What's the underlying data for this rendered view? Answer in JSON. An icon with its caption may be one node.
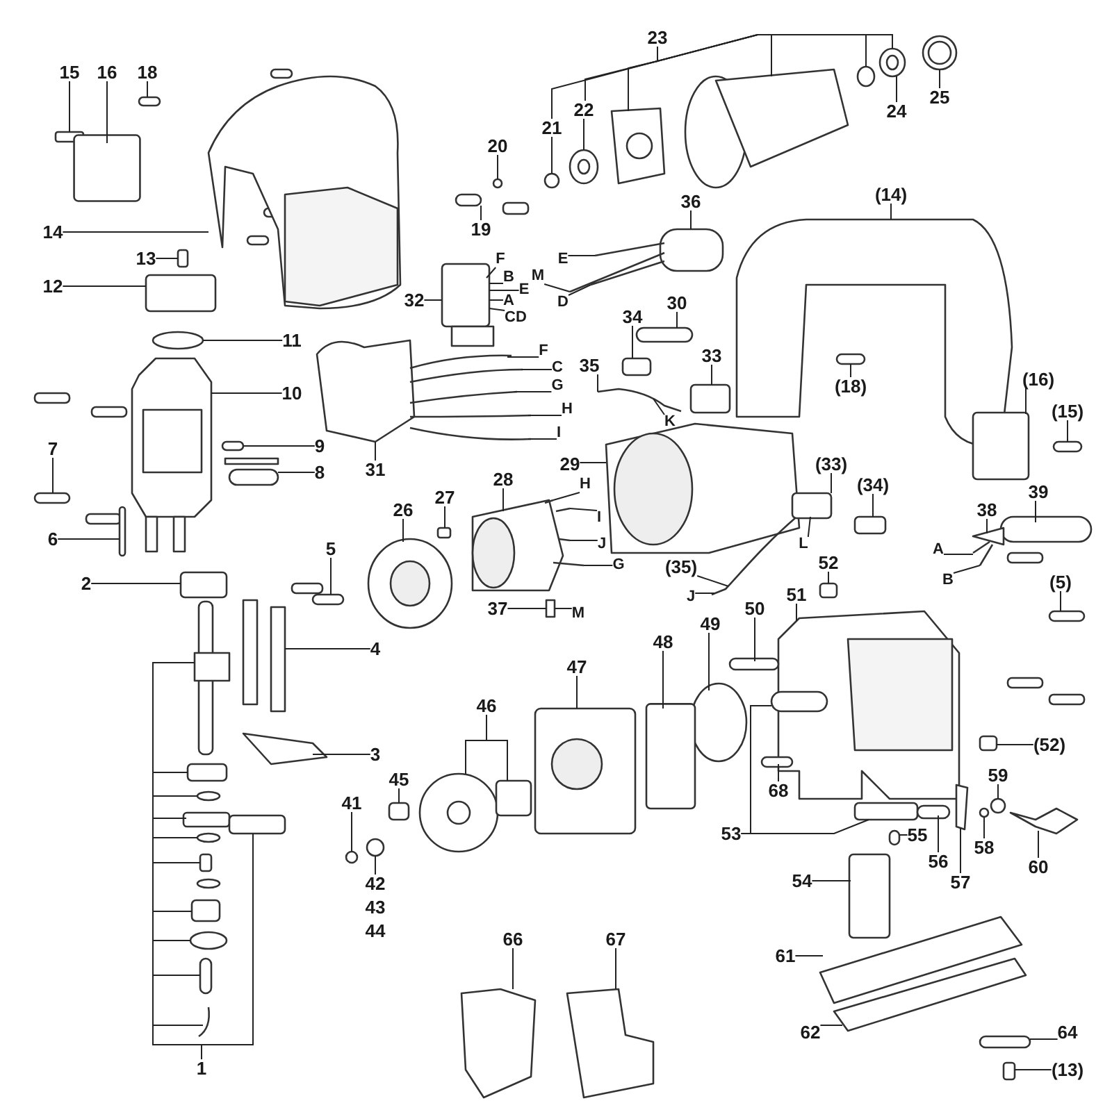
{
  "diagram": {
    "nodes": [
      {
        "text": [
          "15"
        ]
      },
      {
        "text": [
          "16"
        ]
      },
      {
        "text": [
          "18"
        ]
      },
      {
        "text": [
          "23"
        ]
      },
      {
        "text": [
          "22"
        ]
      },
      {
        "text": [
          "21"
        ]
      },
      {
        "text": [
          "24"
        ]
      },
      {
        "text": [
          "25"
        ]
      },
      {
        "text": [
          "20"
        ]
      },
      {
        "text": [
          "19"
        ]
      },
      {
        "text": [
          "36"
        ]
      },
      {
        "text": [
          "(14)"
        ]
      },
      {
        "text": [
          "14"
        ]
      },
      {
        "text": [
          "13"
        ]
      },
      {
        "text": [
          "E"
        ]
      },
      {
        "text": [
          "M"
        ]
      },
      {
        "text": [
          "D"
        ]
      },
      {
        "text": [
          "F"
        ]
      },
      {
        "text": [
          "B"
        ]
      },
      {
        "text": [
          "E"
        ]
      },
      {
        "text": [
          "A"
        ]
      },
      {
        "text": [
          "CD"
        ]
      },
      {
        "text": [
          "32"
        ]
      },
      {
        "text": [
          "12"
        ]
      },
      {
        "text": [
          "34"
        ]
      },
      {
        "text": [
          "30"
        ]
      },
      {
        "text": [
          "11"
        ]
      },
      {
        "text": [
          "F"
        ]
      },
      {
        "text": [
          "35"
        ]
      },
      {
        "text": [
          "C"
        ]
      },
      {
        "text": [
          "33"
        ]
      },
      {
        "text": [
          "G"
        ]
      },
      {
        "text": [
          "(18)"
        ]
      },
      {
        "text": [
          "(16)"
        ]
      },
      {
        "text": [
          "10"
        ]
      },
      {
        "text": [
          "H"
        ]
      },
      {
        "text": [
          "(15)"
        ]
      },
      {
        "text": [
          "K"
        ]
      },
      {
        "text": [
          "I"
        ]
      },
      {
        "text": [
          "9"
        ]
      },
      {
        "text": [
          "7"
        ]
      },
      {
        "text": [
          "29"
        ]
      },
      {
        "text": [
          "(33)"
        ]
      },
      {
        "text": [
          "31"
        ]
      },
      {
        "text": [
          "8"
        ]
      },
      {
        "text": [
          "28"
        ]
      },
      {
        "text": [
          "H"
        ]
      },
      {
        "text": [
          "(34)"
        ]
      },
      {
        "text": [
          "39"
        ]
      },
      {
        "text": [
          "27"
        ]
      },
      {
        "text": [
          "26"
        ]
      },
      {
        "text": [
          "38"
        ]
      },
      {
        "text": [
          "I"
        ]
      },
      {
        "text": [
          "6"
        ]
      },
      {
        "text": [
          "L"
        ]
      },
      {
        "text": [
          "J"
        ]
      },
      {
        "text": [
          "5"
        ]
      },
      {
        "text": [
          "A"
        ]
      },
      {
        "text": [
          "52"
        ]
      },
      {
        "text": [
          "G"
        ]
      },
      {
        "text": [
          "(35)"
        ]
      },
      {
        "text": [
          "B"
        ]
      },
      {
        "text": [
          "(5)"
        ]
      },
      {
        "text": [
          "2"
        ]
      },
      {
        "text": [
          "51"
        ]
      },
      {
        "text": [
          "J"
        ]
      },
      {
        "text": [
          "50"
        ]
      },
      {
        "text": [
          "37"
        ]
      },
      {
        "text": [
          "M"
        ]
      },
      {
        "text": [
          "49"
        ]
      },
      {
        "text": [
          "48"
        ]
      },
      {
        "text": [
          "4"
        ]
      },
      {
        "text": [
          "47"
        ]
      },
      {
        "text": [
          "46"
        ]
      },
      {
        "text": [
          "(52)"
        ]
      },
      {
        "text": [
          "3"
        ]
      },
      {
        "text": [
          "45"
        ]
      },
      {
        "text": [
          "59"
        ]
      },
      {
        "text": [
          "68"
        ]
      },
      {
        "text": [
          "41"
        ]
      },
      {
        "text": [
          "53"
        ]
      },
      {
        "text": [
          "55"
        ]
      },
      {
        "text": [
          "58"
        ]
      },
      {
        "text": [
          "56"
        ]
      },
      {
        "text": [
          "60"
        ]
      },
      {
        "text": [
          "54"
        ]
      },
      {
        "text": [
          "42"
        ]
      },
      {
        "text": [
          "57"
        ]
      },
      {
        "text": [
          "66"
        ]
      },
      {
        "text": [
          "67"
        ]
      },
      {
        "text": [
          "61"
        ]
      },
      {
        "text": [
          "62"
        ]
      },
      {
        "text": [
          "64"
        ]
      },
      {
        "text": [
          "1"
        ]
      },
      {
        "text": [
          "(13)"
        ]
      },
      {
        "text": [],
        "shape": "box"
      },
      {
        "text": [],
        "shape": "box"
      },
      {
        "text": [],
        "shape": "bar"
      },
      {
        "text": [],
        "shape": "picture"
      },
      {
        "text": [],
        "shape": "picture"
      },
      {
        "text": [],
        "shape": "circle"
      },
      {
        "text": [],
        "shape": "picture"
      },
      {
        "text": [],
        "shape": "picture"
      },
      {
        "text": [],
        "shape": "circle"
      },
      {
        "text": [],
        "shape": "picture"
      },
      {
        "text": [],
        "shape": "circle"
      },
      {
        "text": [],
        "shape": "bar"
      },
      {
        "text": [],
        "shape": "picture"
      },
      {
        "text": [],
        "shape": "picture"
      },
      {
        "text": [],
        "shape": "picture"
      },
      {
        "text": [],
        "shape": "box"
      },
      {
        "text": [],
        "shape": "picture"
      },
      {
        "text": [],
        "shape": "box"
      },
      {
        "text": [],
        "shape": "box"
      },
      {
        "text": [],
        "shape": "bar"
      },
      {
        "text": [],
        "shape": "circle"
      },
      {
        "text": [],
        "shape": "picture"
      },
      {
        "text": [],
        "shape": "picture"
      },
      {
        "text": [],
        "shape": "box"
      },
      {
        "text": [],
        "shape": "bar"
      },
      {
        "text": [],
        "shape": "box"
      },
      {
        "text": [],
        "shape": "picture"
      },
      {
        "text": [],
        "shape": "bar"
      },
      {
        "text": [],
        "shape": "bar"
      },
      {
        "text": [],
        "shape": "bar"
      },
      {
        "text": [],
        "shape": "picture"
      },
      {
        "text": [],
        "shape": "box"
      },
      {
        "text": [],
        "shape": "bar"
      },
      {
        "text": [],
        "shape": "picture"
      },
      {
        "text": [],
        "shape": "box"
      },
      {
        "text": [],
        "shape": "bar"
      },
      {
        "text": [],
        "shape": "box"
      },
      {
        "text": [],
        "shape": "picture"
      },
      {
        "text": [],
        "shape": "picture"
      },
      {
        "text": [],
        "shape": "bar"
      },
      {
        "text": [],
        "shape": "bar"
      },
      {
        "text": [],
        "shape": "box"
      },
      {
        "text": [],
        "shape": "picture"
      },
      {
        "text": [],
        "shape": "bar"
      },
      {
        "text": [],
        "shape": "box"
      },
      {
        "text": [],
        "shape": "picture"
      },
      {
        "text": [],
        "shape": "bar"
      },
      {
        "text": [],
        "shape": "picture"
      },
      {
        "text": [],
        "shape": "circle"
      },
      {
        "text": [],
        "shape": "box"
      },
      {
        "text": [],
        "shape": "picture"
      },
      {
        "text": [],
        "shape": "picture"
      },
      {
        "text": [],
        "shape": "picture"
      },
      {
        "text": [],
        "shape": "box"
      },
      {
        "text": [],
        "shape": "box"
      },
      {
        "text": [],
        "shape": "picture"
      },
      {
        "text": [],
        "shape": "box"
      },
      {
        "text": [],
        "shape": "circle"
      },
      {
        "text": [],
        "shape": "bar"
      },
      {
        "text": [],
        "shape": "circle"
      },
      {
        "text": [],
        "shape": "bar"
      },
      {
        "text": [],
        "shape": "box"
      },
      {
        "text": [],
        "shape": "bar"
      },
      {
        "text": [],
        "shape": "circle"
      },
      {
        "text": [],
        "shape": "bar"
      },
      {
        "text": [],
        "shape": "picture"
      },
      {
        "text": [],
        "shape": "box"
      },
      {
        "text": [],
        "shape": "circle"
      },
      {
        "text": [],
        "shape": "picture"
      },
      {
        "text": [],
        "shape": "picture"
      },
      {
        "text": [],
        "shape": "picture"
      },
      {
        "text": [],
        "shape": "picture"
      },
      {
        "text": [],
        "shape": "picture"
      },
      {
        "text": [],
        "shape": "bar"
      },
      {
        "text": [],
        "shape": "picture"
      },
      {
        "text": [],
        "shape": "box"
      },
      {
        "text": [],
        "shape": "circle"
      },
      {
        "text": [],
        "shape": "box"
      },
      {
        "text": [],
        "shape": "circle"
      },
      {
        "text": [],
        "shape": "box"
      },
      {
        "text": [],
        "shape": "box"
      },
      {
        "text": [],
        "shape": "circle"
      },
      {
        "text": [],
        "shape": "bar"
      },
      {
        "text": [],
        "shape": "picture"
      },
      {
        "text": [],
        "shape": "box"
      },
      {
        "text": [],
        "shape": "box"
      }
    ],
    "edges": [
      {
        "from": 0,
        "to": 95,
        "arrow": "none"
      },
      {
        "from": 1,
        "to": 96,
        "arrow": "none"
      },
      {
        "from": 2,
        "to": 97,
        "arrow": "none"
      },
      {
        "from": 3,
        "to": 5,
        "arrow": "none"
      },
      {
        "from": 3,
        "to": 4,
        "arrow": "none"
      },
      {
        "from": 3,
        "to": 98,
        "arrow": "none"
      },
      {
        "from": 3,
        "to": 99,
        "arrow": "none"
      },
      {
        "from": 3,
        "to": 100,
        "arrow": "none"
      },
      {
        "from": 3,
        "to": 101,
        "arrow": "none"
      },
      {
        "from": 4,
        "to": 102,
        "arrow": "none"
      },
      {
        "from": 5,
        "to": 103,
        "arrow": "none"
      },
      {
        "from": 6,
        "to": 101,
        "arrow": "none"
      },
      {
        "from": 7,
        "to": 104,
        "arrow": "none"
      },
      {
        "from": 8,
        "to": 105,
        "arrow": "none"
      },
      {
        "from": 9,
        "to": 106,
        "arrow": "none"
      },
      {
        "from": 10,
        "to": 107,
        "arrow": "none"
      },
      {
        "from": 11,
        "to": 108,
        "arrow": "none"
      },
      {
        "from": 12,
        "to": 109,
        "arrow": "none"
      },
      {
        "from": 13,
        "to": 110,
        "arrow": "none"
      },
      {
        "from": 14,
        "to": 107,
        "arrow": "none"
      },
      {
        "from": 15,
        "to": 107,
        "arrow": "none"
      },
      {
        "from": 16,
        "to": 107,
        "arrow": "none"
      },
      {
        "from": 17,
        "to": 111,
        "arrow": "none"
      },
      {
        "from": 18,
        "to": 111,
        "arrow": "none"
      },
      {
        "from": 19,
        "to": 111,
        "arrow": "none"
      },
      {
        "from": 20,
        "to": 111,
        "arrow": "none"
      },
      {
        "from": 21,
        "to": 111,
        "arrow": "none"
      },
      {
        "from": 22,
        "to": 111,
        "arrow": "none"
      },
      {
        "from": 23,
        "to": 112,
        "arrow": "none"
      },
      {
        "from": 24,
        "to": 113,
        "arrow": "none"
      },
      {
        "from": 25,
        "to": 114,
        "arrow": "none"
      },
      {
        "from": 26,
        "to": 115,
        "arrow": "none"
      },
      {
        "from": 27,
        "to": 116,
        "arrow": "none"
      },
      {
        "from": 28,
        "to": 117,
        "arrow": "none"
      },
      {
        "from": 29,
        "to": 116,
        "arrow": "none"
      },
      {
        "from": 30,
        "to": 118,
        "arrow": "none"
      },
      {
        "from": 31,
        "to": 116,
        "arrow": "none"
      },
      {
        "from": 32,
        "to": 119,
        "arrow": "none"
      },
      {
        "from": 33,
        "to": 120,
        "arrow": "none"
      },
      {
        "from": 34,
        "to": 121,
        "arrow": "none"
      },
      {
        "from": 35,
        "to": 116,
        "arrow": "none"
      },
      {
        "from": 36,
        "to": 122,
        "arrow": "none"
      },
      {
        "from": 37,
        "to": 117,
        "arrow": "none"
      },
      {
        "from": 38,
        "to": 116,
        "arrow": "none"
      },
      {
        "from": 39,
        "to": 123,
        "arrow": "none"
      },
      {
        "from": 40,
        "to": 124,
        "arrow": "none"
      },
      {
        "from": 41,
        "to": 125,
        "arrow": "none"
      },
      {
        "from": 42,
        "to": 126,
        "arrow": "none"
      },
      {
        "from": 43,
        "to": 116,
        "arrow": "none"
      },
      {
        "from": 44,
        "to": 127,
        "arrow": "none"
      },
      {
        "from": 45,
        "to": 128,
        "arrow": "none"
      },
      {
        "from": 46,
        "to": 128,
        "arrow": "none"
      },
      {
        "from": 47,
        "to": 129,
        "arrow": "none"
      },
      {
        "from": 48,
        "to": 130,
        "arrow": "none"
      },
      {
        "from": 49,
        "to": 131,
        "arrow": "none"
      },
      {
        "from": 50,
        "to": 132,
        "arrow": "none"
      },
      {
        "from": 51,
        "to": 133,
        "arrow": "none"
      },
      {
        "from": 52,
        "to": 128,
        "arrow": "none"
      },
      {
        "from": 53,
        "to": 134,
        "arrow": "none"
      },
      {
        "from": 54,
        "to": 126,
        "arrow": "none"
      },
      {
        "from": 55,
        "to": 128,
        "arrow": "none"
      },
      {
        "from": 56,
        "to": 135,
        "arrow": "none"
      },
      {
        "from": 57,
        "to": 133,
        "arrow": "none"
      },
      {
        "from": 58,
        "to": 136,
        "arrow": "none"
      },
      {
        "from": 59,
        "to": 128,
        "arrow": "none"
      },
      {
        "from": 60,
        "to": 137,
        "arrow": "none"
      },
      {
        "from": 61,
        "to": 133,
        "arrow": "none"
      },
      {
        "from": 62,
        "to": 138,
        "arrow": "none"
      },
      {
        "from": 63,
        "to": 139,
        "arrow": "none"
      },
      {
        "from": 64,
        "to": 140,
        "arrow": "none"
      },
      {
        "from": 65,
        "to": 137,
        "arrow": "none"
      },
      {
        "from": 66,
        "to": 141,
        "arrow": "none"
      },
      {
        "from": 67,
        "to": 142,
        "arrow": "none"
      },
      {
        "from": 68,
        "to": 142,
        "arrow": "none"
      },
      {
        "from": 69,
        "to": 143,
        "arrow": "none"
      },
      {
        "from": 70,
        "to": 144,
        "arrow": "none"
      },
      {
        "from": 71,
        "to": 145,
        "arrow": "none"
      },
      {
        "from": 72,
        "to": 146,
        "arrow": "none"
      },
      {
        "from": 73,
        "to": 147,
        "arrow": "none"
      },
      {
        "from": 73,
        "to": 148,
        "arrow": "none"
      },
      {
        "from": 74,
        "to": 149,
        "arrow": "none"
      },
      {
        "from": 75,
        "to": 150,
        "arrow": "none"
      },
      {
        "from": 76,
        "to": 151,
        "arrow": "none"
      },
      {
        "from": 77,
        "to": 152,
        "arrow": "none"
      },
      {
        "from": 78,
        "to": 153,
        "arrow": "none"
      },
      {
        "from": 79,
        "to": 154,
        "arrow": "none"
      },
      {
        "from": 80,
        "to": 155,
        "arrow": "none"
      },
      {
        "from": 80,
        "to": 156,
        "arrow": "none"
      },
      {
        "from": 81,
        "to": 157,
        "arrow": "none"
      },
      {
        "from": 82,
        "to": 158,
        "arrow": "none"
      },
      {
        "from": 83,
        "to": 159,
        "arrow": "none"
      },
      {
        "from": 84,
        "to": 160,
        "arrow": "none"
      },
      {
        "from": 85,
        "to": 161,
        "arrow": "none"
      },
      {
        "from": 86,
        "to": 162,
        "arrow": "none"
      },
      {
        "from": 87,
        "to": 163,
        "arrow": "none"
      },
      {
        "from": 88,
        "to": 164,
        "arrow": "none"
      },
      {
        "from": 89,
        "to": 165,
        "arrow": "none"
      },
      {
        "from": 90,
        "to": 166,
        "arrow": "none"
      },
      {
        "from": 91,
        "to": 167,
        "arrow": "none"
      },
      {
        "from": 92,
        "to": 168,
        "arrow": "none"
      },
      {
        "from": 93,
        "to": 169,
        "arrow": "none"
      },
      {
        "from": 93,
        "to": 170,
        "arrow": "none"
      },
      {
        "from": 93,
        "to": 171,
        "arrow": "none"
      },
      {
        "from": 93,
        "to": 172,
        "arrow": "none"
      },
      {
        "from": 93,
        "to": 173,
        "arrow": "none"
      },
      {
        "from": 93,
        "to": 174,
        "arrow": "none"
      },
      {
        "from": 93,
        "to": 175,
        "arrow": "none"
      },
      {
        "from": 93,
        "to": 176,
        "arrow": "none"
      },
      {
        "from": 93,
        "to": 177,
        "arrow": "none"
      },
      {
        "from": 93,
        "to": 178,
        "arrow": "none"
      },
      {
        "from": 93,
        "to": 179,
        "arrow": "none"
      },
      {
        "from": 94,
        "to": 180,
        "arrow": "none"
      }
    ],
    "labels": [
      "43",
      "44"
    ]
  }
}
